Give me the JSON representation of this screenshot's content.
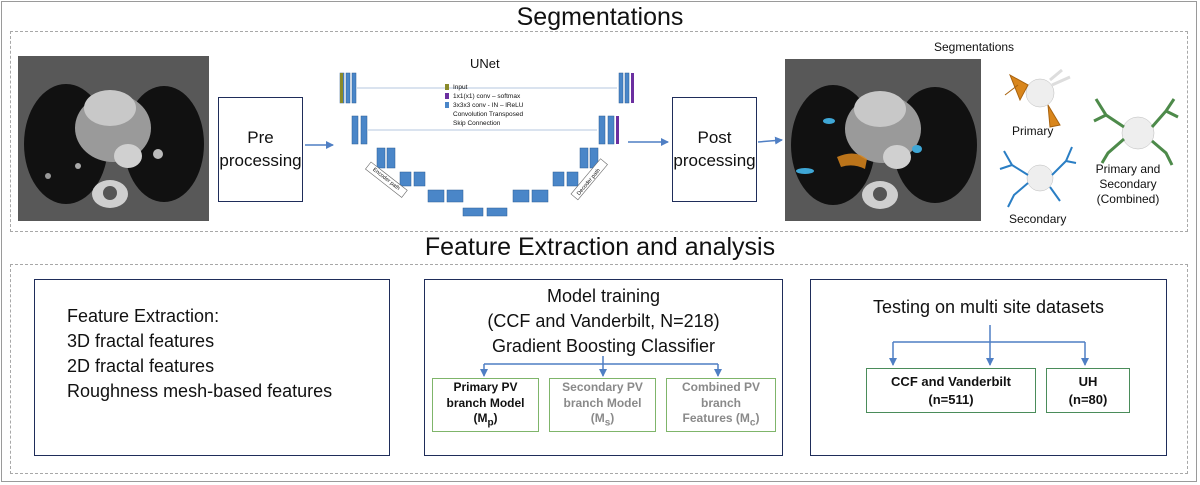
{
  "top": {
    "title": "Segmentations",
    "unet": {
      "title": "UNet",
      "legend": [
        "Input",
        "1x1(x1) conv – softmax",
        "3x3x3 conv - IN – lReLU",
        "Convolution Transposed",
        "Skip Connection"
      ],
      "encoder_label": "Encoder path",
      "decoder_label": "Decoder path"
    },
    "pre_processing": [
      "Pre",
      "processing"
    ],
    "post_processing": [
      "Post",
      "processing"
    ],
    "seg_panel": {
      "title": "Segmentations",
      "primary": "Primary",
      "secondary": "Secondary",
      "combined": [
        "Primary and",
        "Secondary",
        "(Combined)"
      ]
    }
  },
  "bottom": {
    "title": "Feature Extraction and analysis",
    "features": {
      "heading": "Feature Extraction:",
      "items": [
        "3D fractal features",
        "2D fractal features",
        "Roughness mesh-based features"
      ]
    },
    "training": {
      "lines": [
        "Model training",
        "(CCF and Vanderbilt, N=218)",
        "Gradient Boosting Classifier"
      ],
      "models": [
        {
          "lines": [
            "Primary PV",
            "branch Model"
          ],
          "symbol": "M",
          "sub": "p"
        },
        {
          "lines": [
            "Secondary PV",
            "branch Model"
          ],
          "symbol": "M",
          "sub": "s"
        },
        {
          "lines": [
            "Combined PV",
            "branch"
          ],
          "tail": "Features (",
          "symbol": "M",
          "sub": "c",
          "close": ")"
        }
      ]
    },
    "testing": {
      "title": "Testing on multi site datasets",
      "datasets": [
        {
          "name": "CCF and Vanderbilt",
          "n": "(n=511)"
        },
        {
          "name": "UH",
          "n": "(n=80)"
        }
      ]
    }
  },
  "colors": {
    "arrow": "#4f7fc4",
    "box_border": "#1f2d5a",
    "model_border": "#7fb56a",
    "unet_block": "#4a86c8",
    "primary_seg": "#d9861c",
    "secondary_seg": "#2a7ec4",
    "combined_seg": "#4d8a4a"
  }
}
